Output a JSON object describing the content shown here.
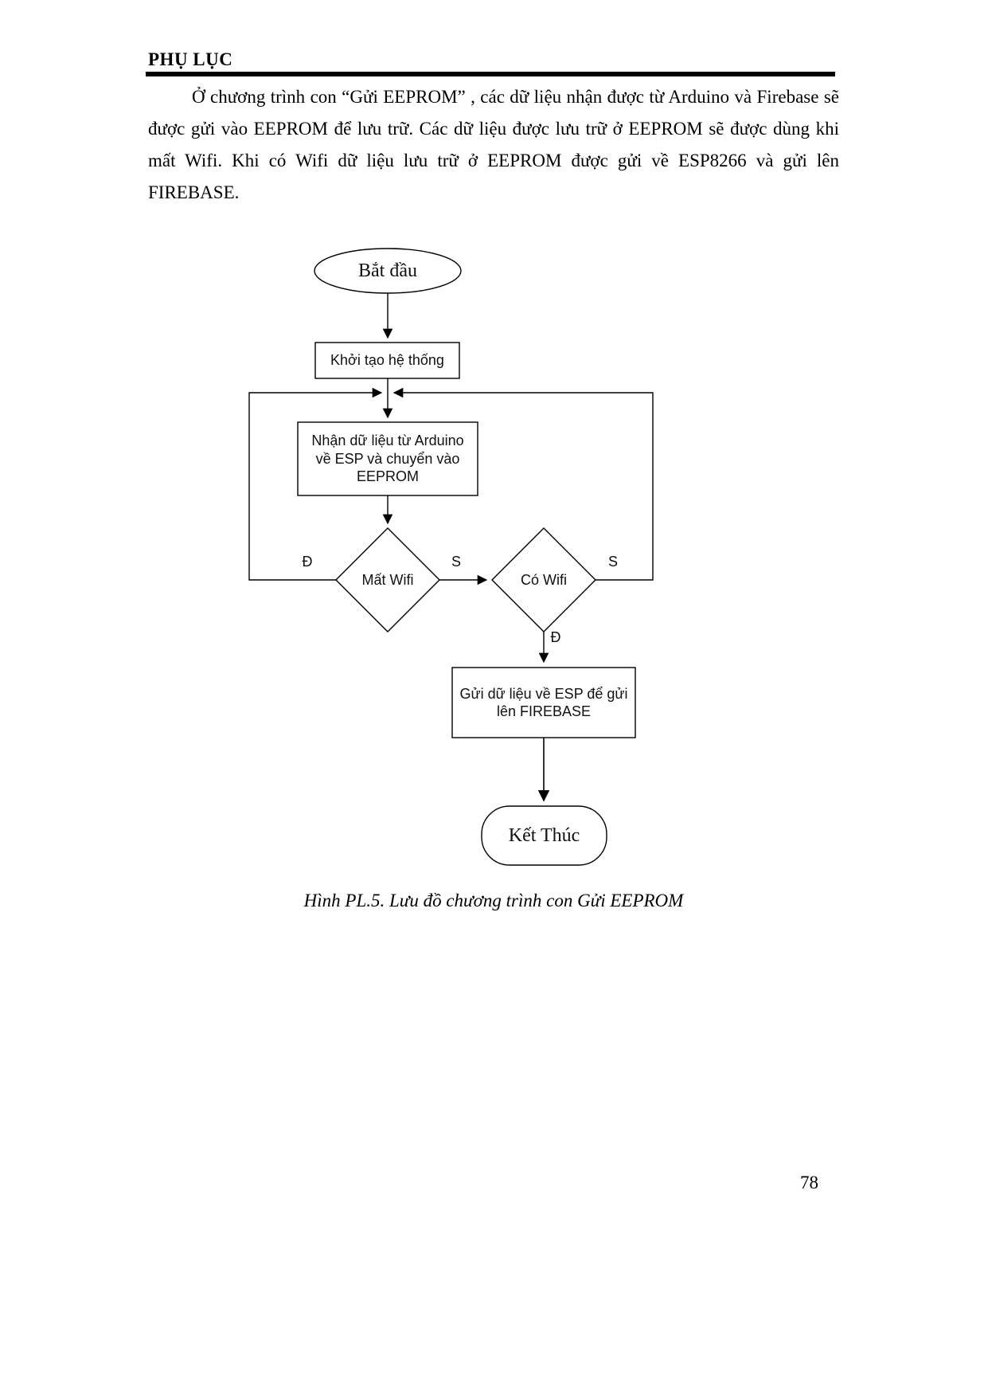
{
  "page": {
    "header": "PHỤ LỤC",
    "paragraph": "Ở chương trình con “Gửi EEPROM” , các dữ liệu nhận được từ Arduino và Firebase sẽ được gửi vào EEPROM để lưu trữ. Các dữ liệu được lưu trữ ở EEPROM sẽ được dùng khi mất Wifi. Khi có Wifi dữ liệu lưu trữ ở EEPROM được gửi về ESP8266 và gửi lên FIREBASE.",
    "caption": "Hình PL.5. Lưu đồ chương trình con Gửi EEPROM",
    "page_number": "78"
  },
  "flowchart": {
    "start": "Bắt đầu",
    "init": "Khởi tạo hệ thống",
    "receive": "Nhận dữ liệu từ Arduino về ESP và chuyển vào EEPROM",
    "lost_wifi": "Mất Wifi",
    "has_wifi": "Có Wifi",
    "send": "Gửi dữ liệu về ESP để gửi lên FIREBASE",
    "end": "Kết Thúc",
    "labels": {
      "lost_wifi_yes": "Đ",
      "lost_wifi_no": "S",
      "has_wifi_no": "S",
      "has_wifi_yes": "Đ"
    },
    "line_color": "#000000",
    "shape_fill": "#ffffff"
  }
}
